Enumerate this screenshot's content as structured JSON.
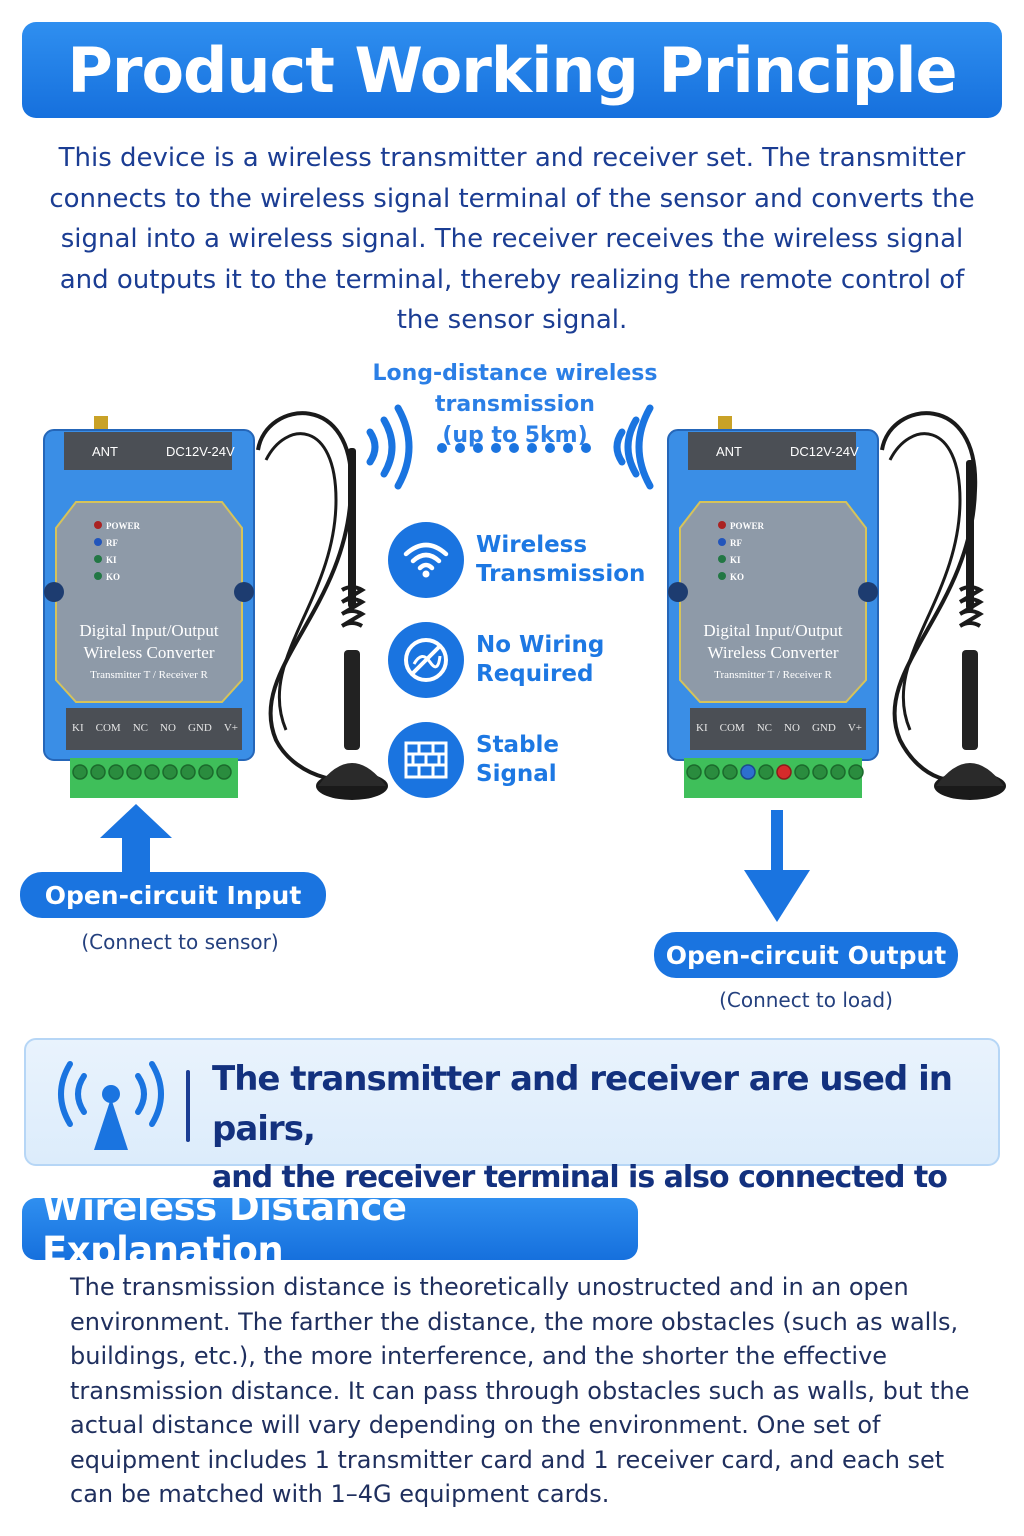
{
  "title": "Product Working Principle",
  "intro": "This device is a wireless transmitter and receiver set. The transmitter connects to the wireless signal terminal of the sensor and converts the signal into a wireless signal. The receiver receives the wireless signal and outputs it to the terminal, thereby realizing the remote control of the sensor signal.",
  "range": {
    "line1": "Long-distance wireless transmission",
    "line2": "(up to 5km)"
  },
  "device": {
    "ant": "ANT",
    "power_spec": "DC12V-24V",
    "leds": [
      "POWER",
      "RF",
      "KI",
      "KO"
    ],
    "name_line1": "Digital Input/Output",
    "name_line2": "Wireless Converter",
    "name_line3": "Transmitter T / Receiver R",
    "terminals": [
      "KI",
      "COM",
      "NC",
      "NO",
      "GND",
      "V+"
    ]
  },
  "features": [
    {
      "icon": "wifi-icon",
      "line1": "Wireless",
      "line2": "Transmission"
    },
    {
      "icon": "no-wiring-icon",
      "line1": "No Wiring",
      "line2": "Required"
    },
    {
      "icon": "brick-wall-icon",
      "line1": "Stable",
      "line2": "Signal"
    }
  ],
  "input": {
    "label": "Open-circuit Input",
    "sub": "(Connect to sensor)"
  },
  "output": {
    "label": "Open-circuit Output",
    "sub": "(Connect to load)"
  },
  "pair_note": {
    "line1": "The transmitter and receiver are used in pairs,",
    "line2": "and the receiver terminal is also connected to the load."
  },
  "distance": {
    "heading": "Wireless Distance Explanation",
    "body": "The transmission distance is theoretically unostructed and in an open environment. The farther the distance, the more obstacles (such as walls, buildings, etc.), the more interference, and the shorter the effective transmission distance. It can pass through obstacles such as walls, but the actual distance will vary depending on the environment. One set of equipment includes 1 transmitter card and 1 receiver card, and each set can be matched with 1–4G equipment cards."
  },
  "colors": {
    "brand_blue": "#1a74e0",
    "device_blue": "#3a8ee6",
    "text_navy": "#1b3d93",
    "terminal_green": "#3fbf5a"
  }
}
